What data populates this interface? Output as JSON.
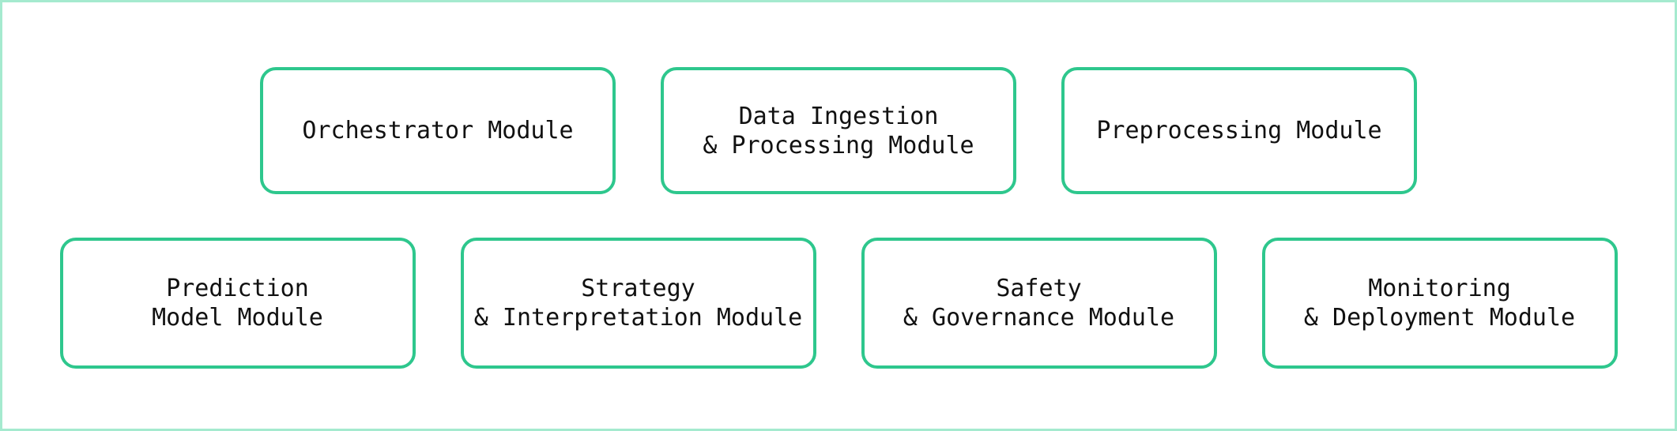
{
  "diagram": {
    "colors": {
      "background": "#ffffff",
      "frame_border": "#a5eacf",
      "module_border": "#2ec78d",
      "module_fill": "#ffffff",
      "text": "#111111"
    },
    "rows": [
      {
        "modules": [
          {
            "name": "Orchestrator Module",
            "lines": [
              "Orchestrator Module"
            ]
          },
          {
            "name": "Data Ingestion & Processing Module",
            "lines": [
              "Data Ingestion",
              "& Processing Module"
            ]
          },
          {
            "name": "Preprocessing Module",
            "lines": [
              "Preprocessing Module"
            ]
          }
        ]
      },
      {
        "modules": [
          {
            "name": "Prediction Model Module",
            "lines": [
              "Prediction",
              "Model Module"
            ]
          },
          {
            "name": "Strategy & Interpretation Module",
            "lines": [
              "Strategy",
              "& Interpretation Module"
            ]
          },
          {
            "name": "Safety & Governance Module",
            "lines": [
              "Safety",
              "& Governance Module"
            ]
          },
          {
            "name": "Monitoring & Deployment Module",
            "lines": [
              "Monitoring",
              "& Deployment Module"
            ]
          }
        ]
      }
    ]
  }
}
